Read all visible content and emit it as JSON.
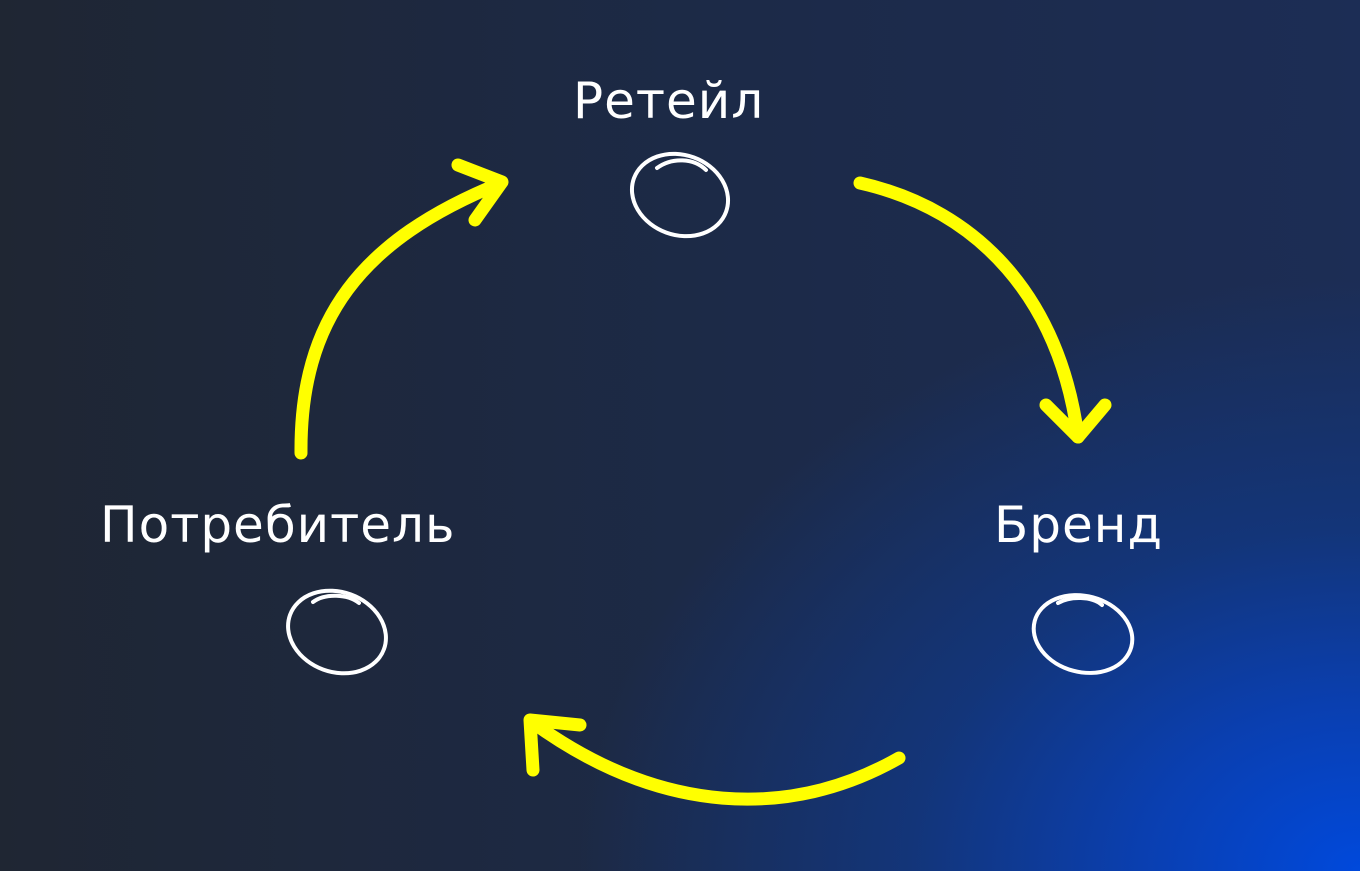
{
  "diagram": {
    "type": "cycle",
    "nodes": [
      {
        "id": "retail",
        "label": "Ретейл"
      },
      {
        "id": "brand",
        "label": "Бренд"
      },
      {
        "id": "consumer",
        "label": "Потребитель"
      }
    ],
    "edges": [
      {
        "from": "retail",
        "to": "brand"
      },
      {
        "from": "brand",
        "to": "consumer"
      },
      {
        "from": "consumer",
        "to": "retail"
      }
    ]
  },
  "colors": {
    "arrow": "#ffff00",
    "text": "#ffffff",
    "background_dark": "#1f2633",
    "background_accent": "#0047d4"
  }
}
